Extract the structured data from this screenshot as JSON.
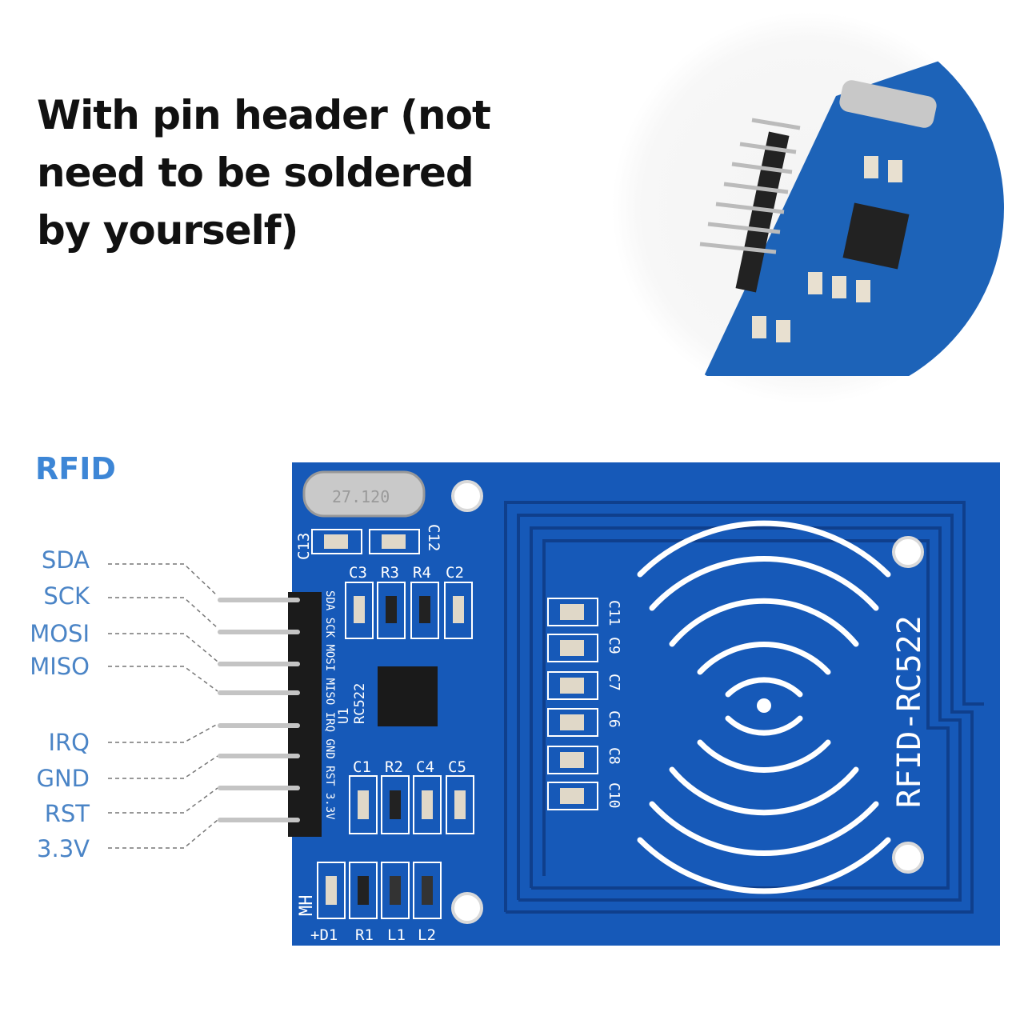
{
  "headline": {
    "lines": [
      "With pin header (not",
      "need to be soldered",
      "by yourself)"
    ]
  },
  "section_label": "RFID",
  "pins": [
    "SDA",
    "SCK",
    "MOSI",
    "MISO",
    "IRQ",
    "GND",
    "RST",
    "3.3V"
  ],
  "board": {
    "title": "RFID-RC522",
    "chip_label": "RC522",
    "chip_ref": "U1",
    "header_silk": "SDA SCK MOSI MISO IRQ GND RST 3.3V",
    "crystal": "27.120",
    "top_parts": [
      "C3",
      "R3",
      "R4",
      "C2"
    ],
    "mid_parts": [
      "C1",
      "R2",
      "C4",
      "C5"
    ],
    "bottom_parts": [
      "+D1",
      "R1",
      "L1",
      "L2"
    ],
    "caps_left": [
      "C13",
      "C12"
    ],
    "caps_column": [
      "C11",
      "C9",
      "C7",
      "C6",
      "C8",
      "C10"
    ],
    "mh": "MH"
  },
  "colors": {
    "board": "#1659b8",
    "label_blue": "#3d86d6"
  }
}
